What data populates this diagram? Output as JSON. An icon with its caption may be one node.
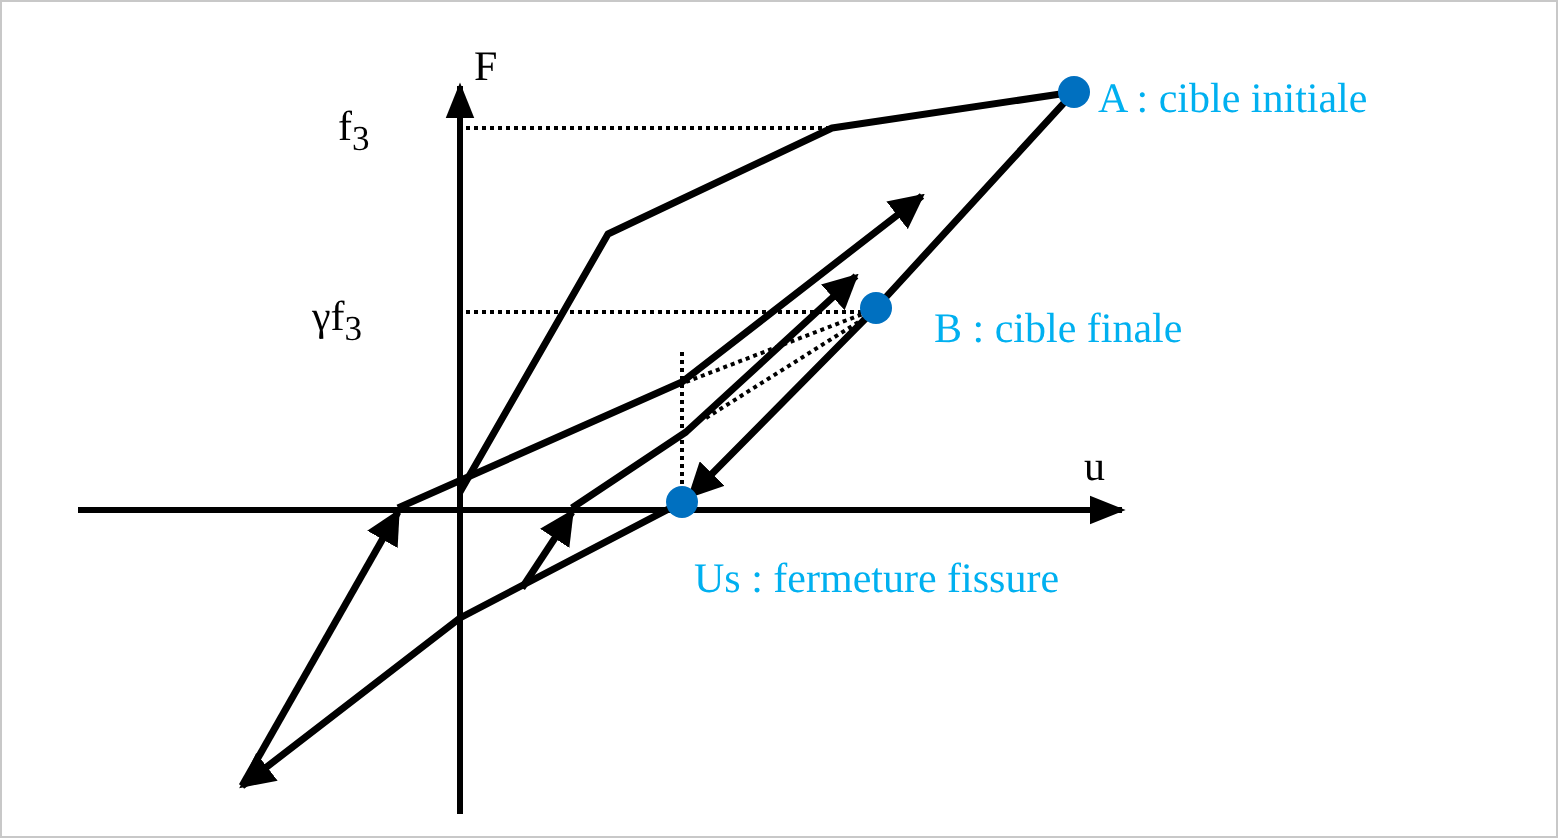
{
  "diagram": {
    "labels": [
      "F",
      "f$_{3}$",
      "γf$_{3}$",
      "u",
      "A : cible initiale",
      "B : cible finale",
      "Us : fermeture fissure"
    ]
  }
}
